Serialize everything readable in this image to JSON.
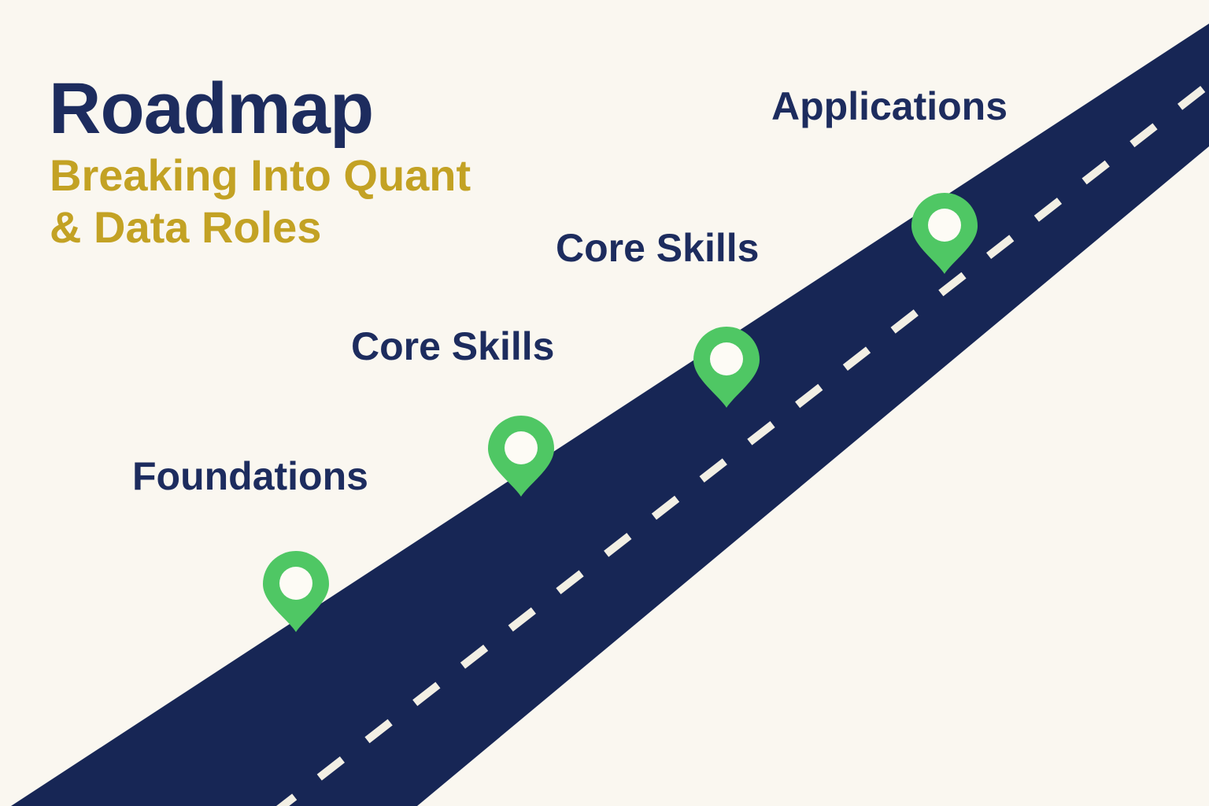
{
  "header": {
    "title": "Roadmap",
    "subtitle_line1": "Breaking Into Quant",
    "subtitle_line2": "& Data Roles"
  },
  "milestones": [
    {
      "label": "Foundations"
    },
    {
      "label": "Core Skills"
    },
    {
      "label": "Core Skills"
    },
    {
      "label": "Applications"
    }
  ],
  "colors": {
    "background_cream": "#faf7f0",
    "road_navy": "#172655",
    "centerline_cream": "#f2efe4",
    "pin_green": "#4fc764",
    "pin_inner_cream": "#fdfbf5",
    "title_navy": "#1d2c5e",
    "subtitle_gold": "#c3a224"
  }
}
